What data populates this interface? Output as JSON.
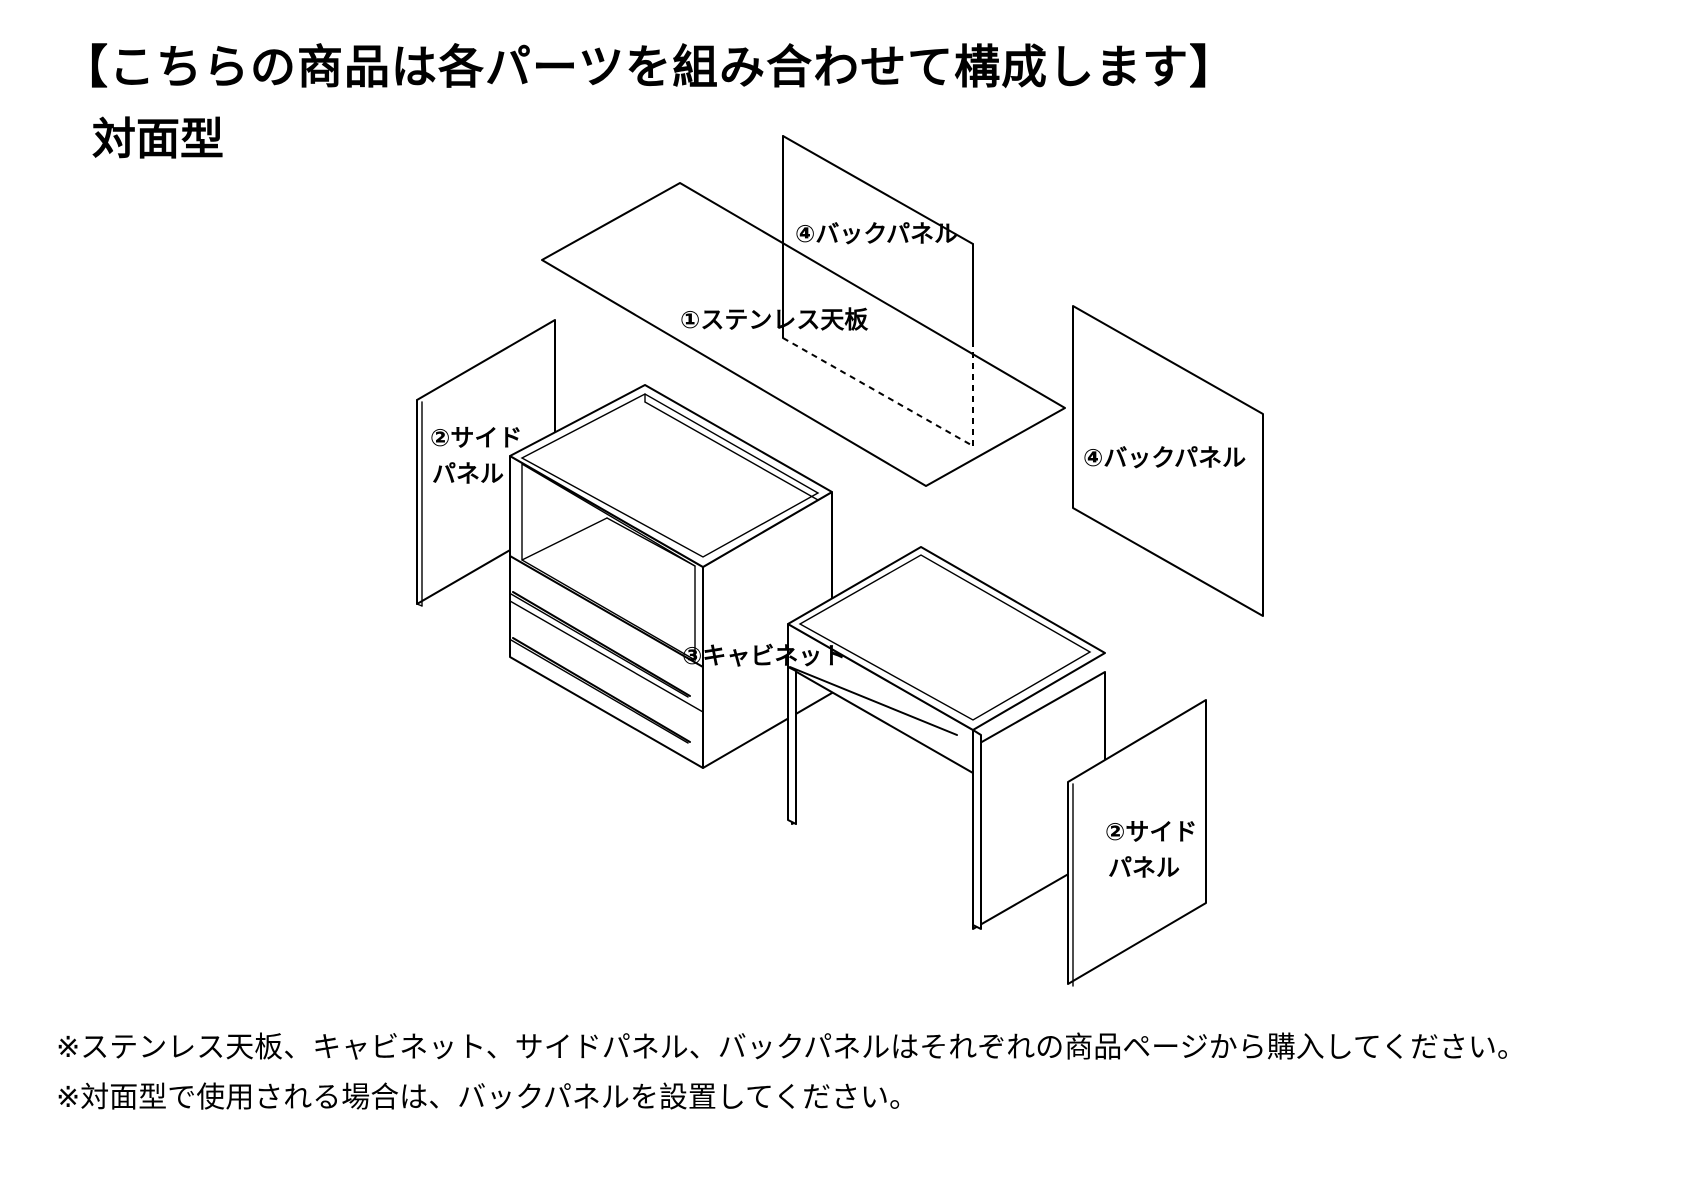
{
  "header": {
    "title": "【こちらの商品は各パーツを組み合わせて構成します】",
    "subtitle": "対面型"
  },
  "parts": {
    "top_plate": "①ステンレス天板",
    "side_panel_line1": "②サイド",
    "side_panel_line2": "パネル",
    "cabinet": "③キャビネット",
    "back_panel": "④バックパネル"
  },
  "notes": {
    "note1": "※ステンレス天板、キャビネット、サイドパネル、バックパネルはそれぞれの商品ページから購入してください。",
    "note2": "※対面型で使用される場合は、バックパネルを設置してください。"
  }
}
